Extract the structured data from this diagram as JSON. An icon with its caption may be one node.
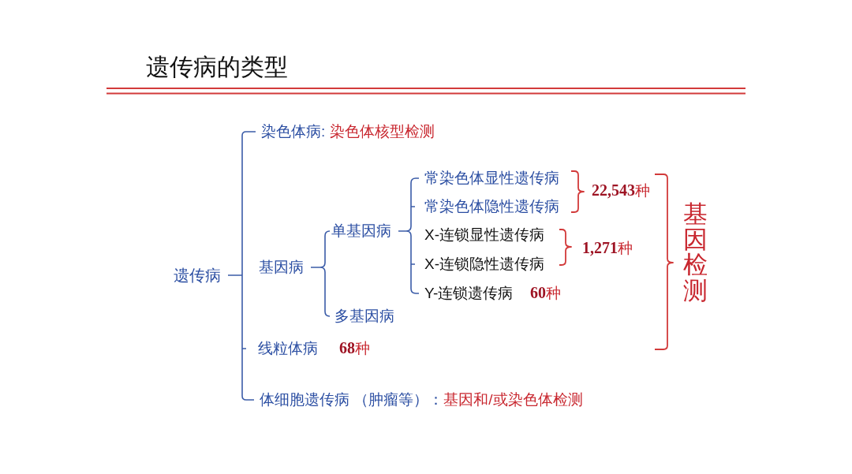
{
  "diagram": {
    "title": "遗传病的类型",
    "nodes": [
      {
        "text": [
          "遗传病"
        ]
      },
      {
        "text": [
          "染色体病:",
          "染色体核型检测"
        ]
      },
      {
        "text": [
          "基因病"
        ]
      },
      {
        "text": [
          "单基因病"
        ]
      },
      {
        "text": [
          "常染色体显性遗传病"
        ]
      },
      {
        "text": [
          "常染色体隐性遗传病"
        ]
      },
      {
        "text": [
          "X-连锁显性遗传病"
        ]
      },
      {
        "text": [
          "X-连锁隐性遗传病"
        ]
      },
      {
        "text": [
          "Y-连锁遗传病"
        ],
        "beside": [
          "**60**种"
        ]
      },
      {
        "text": [
          "多基因病"
        ]
      },
      {
        "text": [
          "线粒体病"
        ],
        "beside": [
          "**68**种"
        ]
      },
      {
        "text": [
          "体细胞遗传病 （肿瘤等）：",
          "基因和/或染色体检测"
        ]
      }
    ],
    "edges": [
      {
        "from": 0,
        "to": 1,
        "arrow": "none"
      },
      {
        "from": 0,
        "to": 2,
        "arrow": "none"
      },
      {
        "from": 0,
        "to": 10,
        "arrow": "none"
      },
      {
        "from": 0,
        "to": 11,
        "arrow": "none"
      },
      {
        "from": 2,
        "to": 3,
        "arrow": "none"
      },
      {
        "from": 2,
        "to": 9,
        "arrow": "none"
      },
      {
        "from": 3,
        "to": 4,
        "arrow": "none"
      },
      {
        "from": 3,
        "to": 5,
        "arrow": "none"
      },
      {
        "from": 3,
        "to": 6,
        "arrow": "none"
      },
      {
        "from": 3,
        "to": 7,
        "arrow": "none"
      },
      {
        "from": 3,
        "to": 8,
        "arrow": "none"
      }
    ],
    "labels": [
      "**22,543**种",
      "**1,271**种",
      "基因检测"
    ]
  }
}
